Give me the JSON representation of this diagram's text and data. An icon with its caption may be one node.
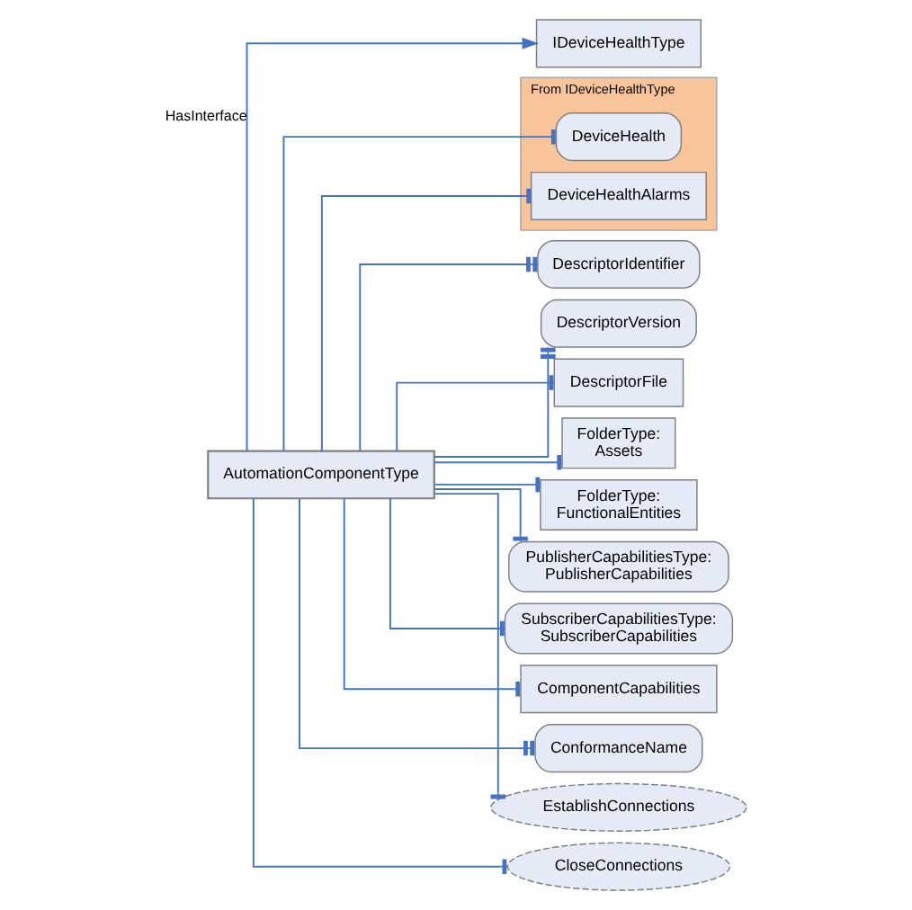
{
  "diagram": {
    "nodes": [
      {
        "text": [
          "AutomationComponentType"
        ]
      },
      {
        "text": [
          "IDeviceHealthType"
        ]
      },
      {
        "text": [
          "From IDeviceHealthType"
        ]
      },
      {
        "text": [
          "DeviceHealth"
        ],
        "in": 2
      },
      {
        "text": [
          "DeviceHealthAlarms"
        ],
        "in": 2
      },
      {
        "text": [
          "DescriptorIdentifier"
        ]
      },
      {
        "text": [
          "DescriptorVersion"
        ]
      },
      {
        "text": [
          "DescriptorFile"
        ]
      },
      {
        "text": [
          "FolderType:",
          "Assets"
        ]
      },
      {
        "text": [
          "FolderType:",
          "FunctionalEntities"
        ]
      },
      {
        "text": [
          "PublisherCapabilitiesType:",
          "PublisherCapabilities"
        ]
      },
      {
        "text": [
          "SubscriberCapabilitiesType:",
          "SubscriberCapabilities"
        ]
      },
      {
        "text": [
          "ComponentCapabilities"
        ]
      },
      {
        "text": [
          "ConformanceName"
        ]
      },
      {
        "text": [
          "EstablishConnections"
        ]
      },
      {
        "text": [
          "CloseConnections"
        ]
      }
    ],
    "edges": [
      {
        "from": 0,
        "to": 1,
        "arrow": "to",
        "label": "HasInterface"
      },
      {
        "from": 0,
        "to": 3,
        "arrow": "other"
      },
      {
        "from": 0,
        "to": 4,
        "arrow": "other"
      },
      {
        "from": 0,
        "to": 5,
        "arrow": "other"
      },
      {
        "from": 0,
        "to": 6,
        "arrow": "other"
      },
      {
        "from": 0,
        "to": 7,
        "arrow": "other"
      },
      {
        "from": 0,
        "to": 8,
        "arrow": "other"
      },
      {
        "from": 0,
        "to": 9,
        "arrow": "other"
      },
      {
        "from": 0,
        "to": 10,
        "arrow": "other"
      },
      {
        "from": 0,
        "to": 11,
        "arrow": "other"
      },
      {
        "from": 0,
        "to": 12,
        "arrow": "other"
      },
      {
        "from": 0,
        "to": 13,
        "arrow": "other"
      },
      {
        "from": 0,
        "to": 14,
        "arrow": "other"
      },
      {
        "from": 0,
        "to": 15,
        "arrow": "other"
      }
    ]
  }
}
